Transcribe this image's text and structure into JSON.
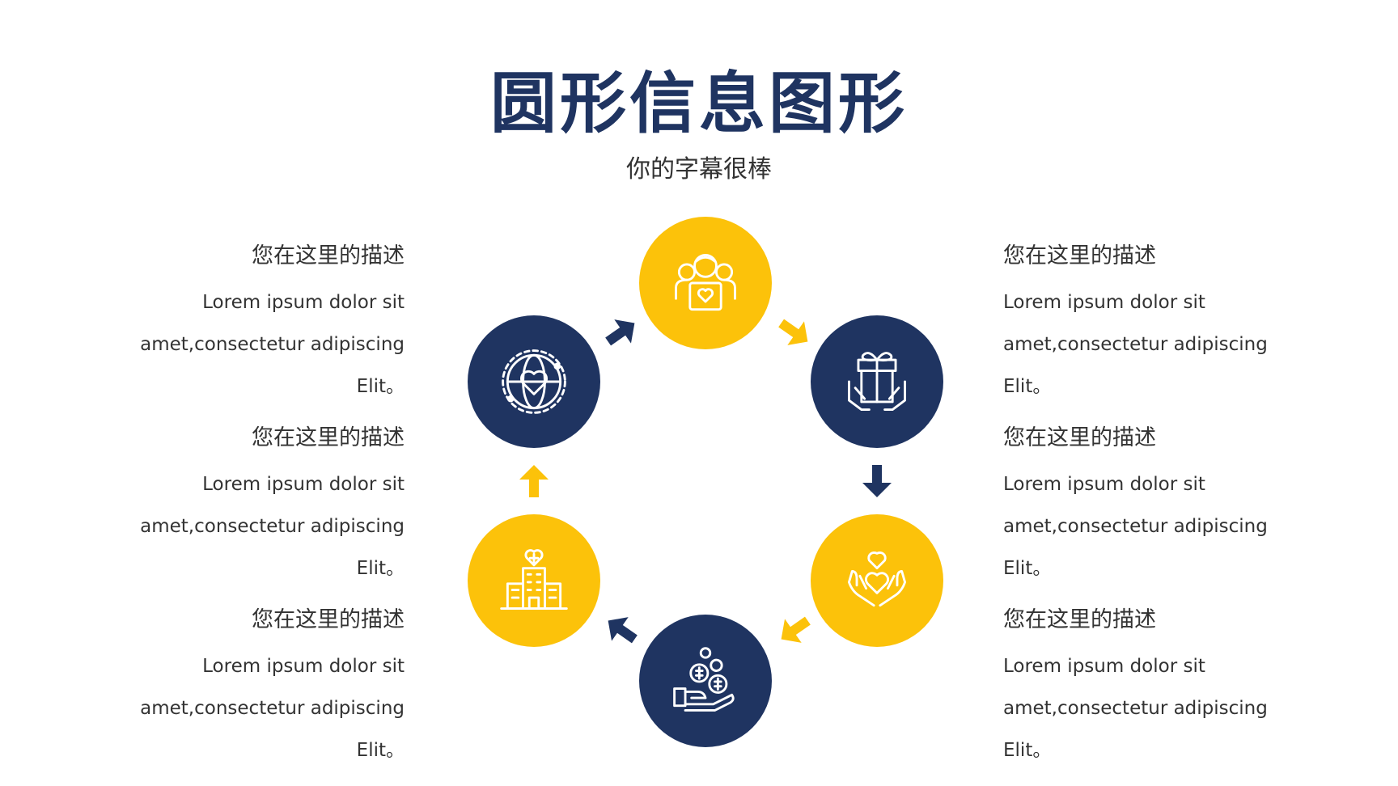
{
  "title": "圆形信息图形",
  "subtitle": "你的字幕很棒",
  "colors": {
    "navy": "#1f3461",
    "yellow": "#fcc20a",
    "text": "#333333",
    "white": "#ffffff"
  },
  "left_items": [
    {
      "heading": "您在这里的描述",
      "lines": [
        "Lorem ipsum dolor sit",
        "amet,consectetur adipiscing",
        "Elit。"
      ]
    },
    {
      "heading": "您在这里的描述",
      "lines": [
        "Lorem ipsum dolor sit",
        "amet,consectetur adipiscing",
        "Elit。"
      ]
    },
    {
      "heading": "您在这里的描述",
      "lines": [
        "Lorem ipsum dolor sit",
        "amet,consectetur adipiscing",
        "Elit。"
      ]
    }
  ],
  "right_items": [
    {
      "heading": "您在这里的描述",
      "lines": [
        "Lorem ipsum dolor sit",
        "amet,consectetur adipiscing",
        "Elit。"
      ]
    },
    {
      "heading": "您在这里的描述",
      "lines": [
        "Lorem ipsum dolor sit",
        "amet,consectetur adipiscing",
        "Elit。"
      ]
    },
    {
      "heading": "您在这里的描述",
      "lines": [
        "Lorem ipsum dolor sit",
        "amet,consectetur adipiscing",
        "Elit。"
      ]
    }
  ],
  "nodes": [
    {
      "icon": "people-heart-icon",
      "color": "yellow"
    },
    {
      "icon": "gift-hands-icon",
      "color": "navy"
    },
    {
      "icon": "heart-hands-icon",
      "color": "yellow"
    },
    {
      "icon": "coins-hand-icon",
      "color": "navy"
    },
    {
      "icon": "hospital-building-icon",
      "color": "yellow"
    },
    {
      "icon": "globe-heart-icon",
      "color": "navy"
    }
  ]
}
